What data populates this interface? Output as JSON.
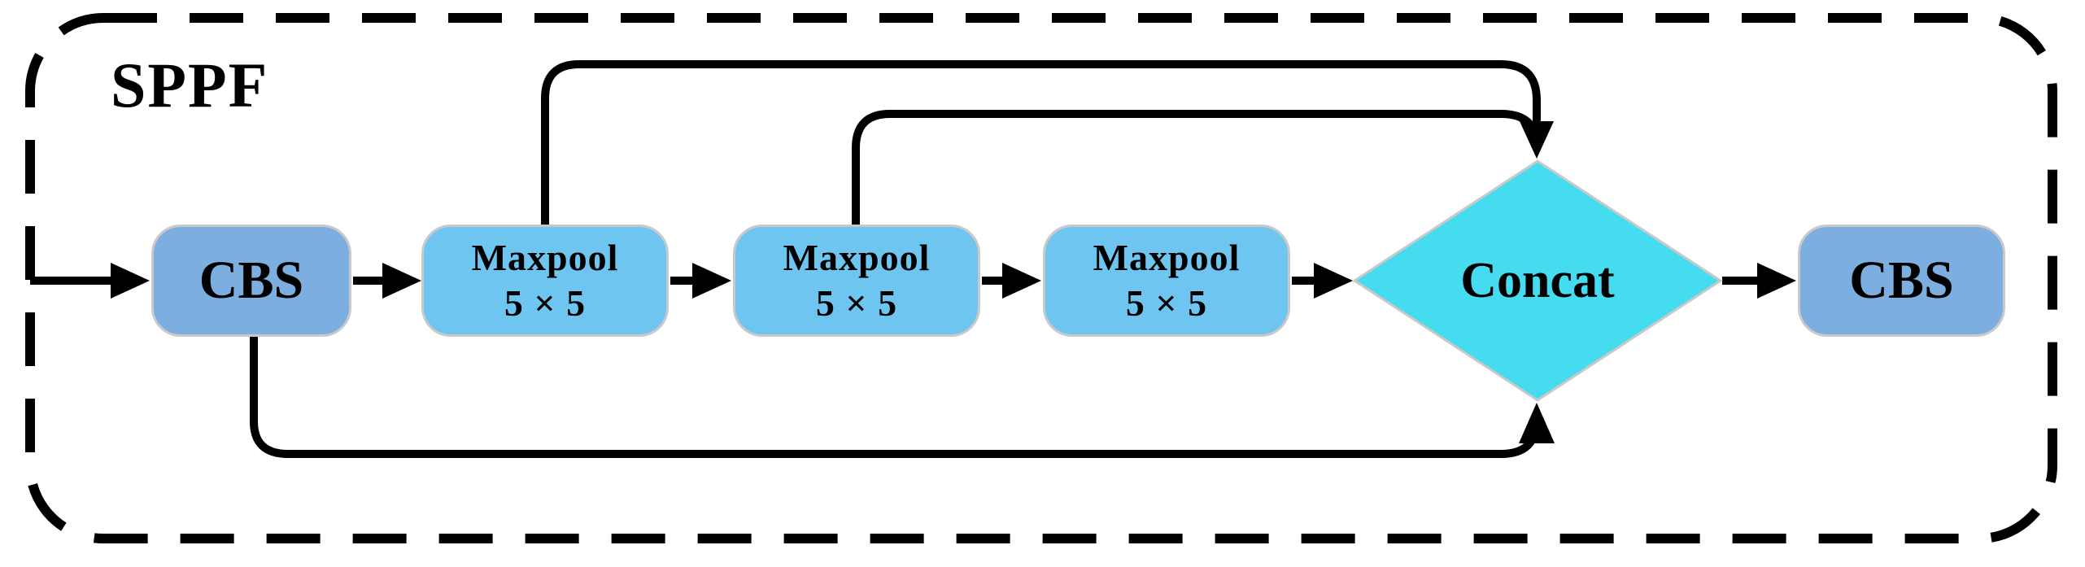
{
  "figure": {
    "title": "SPPF"
  },
  "nodes": {
    "cbs_in": {
      "label": "CBS"
    },
    "maxpool_1": {
      "label": "Maxpool",
      "kernel": "5 × 5"
    },
    "maxpool_2": {
      "label": "Maxpool",
      "kernel": "5 × 5"
    },
    "maxpool_3": {
      "label": "Maxpool",
      "kernel": "5 × 5"
    },
    "concat": {
      "label": "Concat"
    },
    "cbs_out": {
      "label": "CBS"
    }
  },
  "edges": [
    {
      "from": "input",
      "to": "cbs_in"
    },
    {
      "from": "cbs_in",
      "to": "maxpool_1"
    },
    {
      "from": "maxpool_1",
      "to": "maxpool_2"
    },
    {
      "from": "maxpool_2",
      "to": "maxpool_3"
    },
    {
      "from": "maxpool_3",
      "to": "concat"
    },
    {
      "from": "maxpool_1",
      "to": "concat",
      "via": "skip-top-outer"
    },
    {
      "from": "maxpool_2",
      "to": "concat",
      "via": "skip-top-inner"
    },
    {
      "from": "cbs_in",
      "to": "concat",
      "via": "skip-bottom"
    },
    {
      "from": "concat",
      "to": "cbs_out"
    }
  ],
  "colors": {
    "cbs_fill": "#7CAEE0",
    "maxpool_fill": "#6EC6F0",
    "concat_fill": "#45DCF0",
    "box_border": "#C9C9C9",
    "line": "#000000",
    "background": "#FFFFFF"
  }
}
